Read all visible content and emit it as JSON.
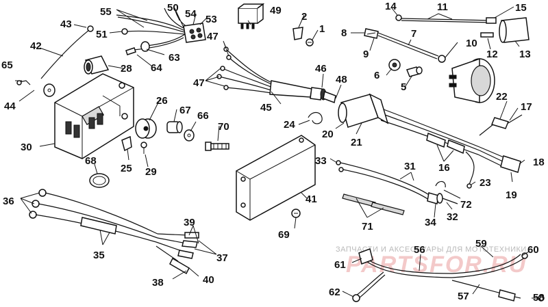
{
  "watermark": {
    "caption": "ЗАПЧАСТИ И АКСЕССУАРЫ ДЛЯ МОТОТЕХНИКИ",
    "logo": "PARTSFOR.RU"
  },
  "labels": [
    "1",
    "2",
    "5",
    "6",
    "7",
    "8",
    "9",
    "10",
    "11",
    "12",
    "13",
    "14",
    "15",
    "16",
    "17",
    "18",
    "19",
    "20",
    "21",
    "22",
    "23",
    "24",
    "25",
    "26",
    "28",
    "29",
    "30",
    "31",
    "32",
    "33",
    "34",
    "35",
    "36",
    "37",
    "38",
    "39",
    "40",
    "41",
    "42",
    "43",
    "44",
    "45",
    "46",
    "47",
    "48",
    "49",
    "50",
    "51",
    "53",
    "54",
    "55",
    "56",
    "57",
    "58",
    "59",
    "60",
    "61",
    "62",
    "63",
    "64",
    "65",
    "66",
    "67",
    "68",
    "69",
    "70",
    "71",
    "72"
  ]
}
